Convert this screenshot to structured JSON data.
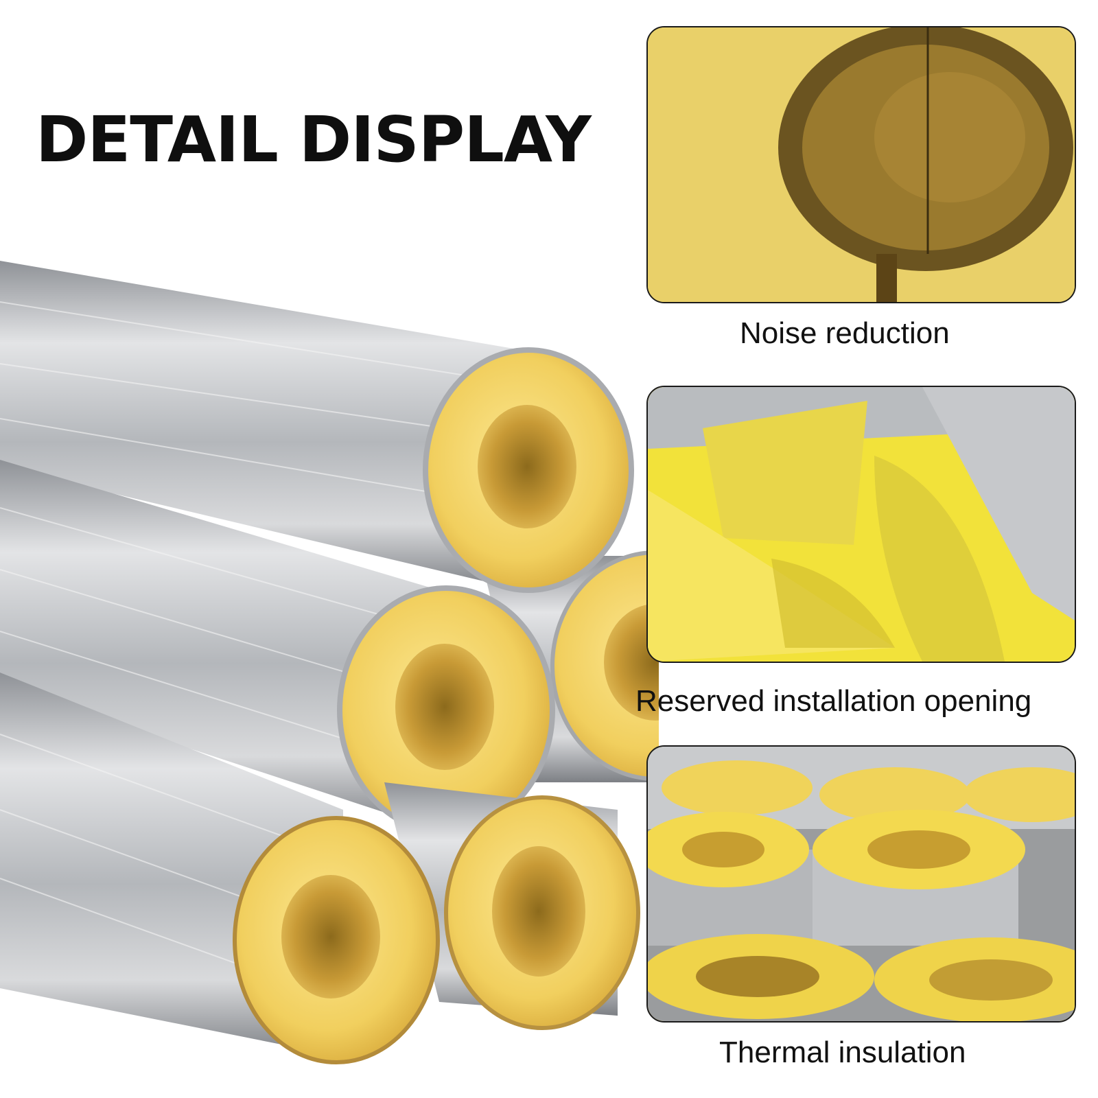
{
  "headline": "DETAIL DISPLAY",
  "hero": {
    "icon": "insulation-pipe-stack-photo"
  },
  "panels": [
    {
      "icon": "pipe-cross-section-photo",
      "caption": "Noise reduction"
    },
    {
      "icon": "split-opening-photo",
      "caption": "Reserved installation opening"
    },
    {
      "icon": "pipe-sections-photo",
      "caption": "Thermal insulation"
    }
  ],
  "colors": {
    "foil": "#c4c6c9",
    "wool": "#f3d25a",
    "wool_dark": "#c99a33",
    "text": "#111111",
    "panel_border": "#1a1a1a"
  }
}
